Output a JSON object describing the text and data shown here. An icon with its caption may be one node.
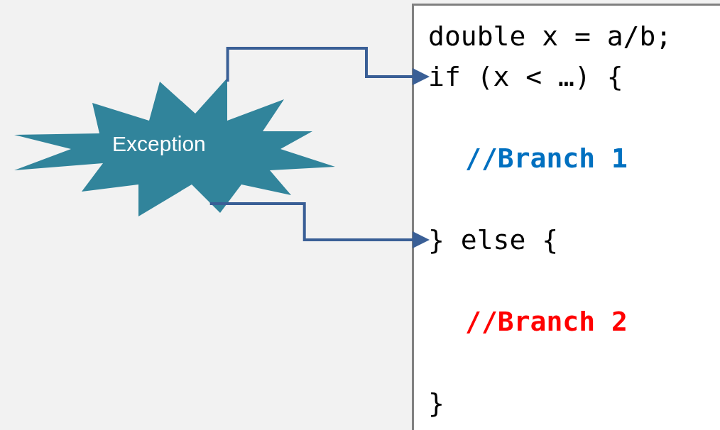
{
  "diagram": {
    "nodes": [
      {
        "text": [
          "Exception"
        ]
      },
      {
        "text": [],
        "shape": "box"
      },
      {
        "text": [
          "double x = a/b;"
        ],
        "in": 1
      },
      {
        "text": [
          "if (x < …) {"
        ],
        "in": 1
      },
      {
        "text": [
          "//Branch 1"
        ],
        "in": 1
      },
      {
        "text": [
          "} else {"
        ],
        "in": 1
      },
      {
        "text": [
          "//Branch 2"
        ],
        "in": 1
      },
      {
        "text": [
          "}"
        ],
        "in": 1
      }
    ],
    "edges": [
      {
        "from": 0,
        "to": 3,
        "arrow": "to"
      },
      {
        "from": 0,
        "to": 5,
        "arrow": "to"
      }
    ]
  }
}
